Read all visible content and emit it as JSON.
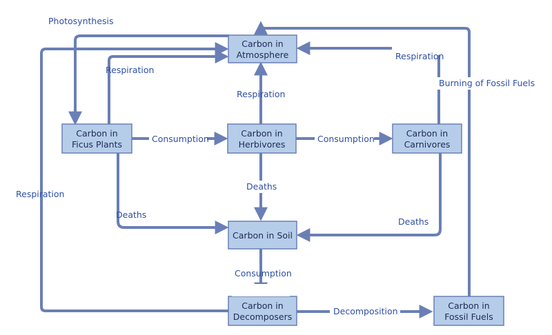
{
  "nodes": {
    "atmosphere": [
      "Carbon in",
      "Atmosphere"
    ],
    "ficus": [
      "Carbon in",
      "Ficus Plants"
    ],
    "herbivores": [
      "Carbon in",
      "Herbivores"
    ],
    "carnivores": [
      "Carbon in",
      "Carnivores"
    ],
    "soil": [
      "Carbon in Soil"
    ],
    "decomposers": [
      "Carbon in",
      "Decomposers"
    ],
    "fossil": [
      "Carbon in",
      "Fossil Fuels"
    ]
  },
  "labels": {
    "photosynthesis": "Photosynthesis",
    "respiration_ficus": "Respiration",
    "respiration_herbivores": "Respiration",
    "respiration_carnivores": "Respiration",
    "respiration_decomposers": "Respiration",
    "burning": "Burning of Fossil Fuels",
    "consumption_ficus_herb": "Consumption",
    "consumption_herb_carn": "Consumption",
    "consumption_soil_decomp": "Consumption",
    "deaths_herbivores": "Deaths",
    "deaths_ficus": "Deaths",
    "deaths_carnivores": "Deaths",
    "decomposition": "Decomposition"
  },
  "colors": {
    "node_fill": "#b6cdea",
    "node_border": "#6a7fb5",
    "arrow": "#6a7fb5",
    "label_text": "#2f4fa3",
    "node_text": "#1e2a55"
  }
}
